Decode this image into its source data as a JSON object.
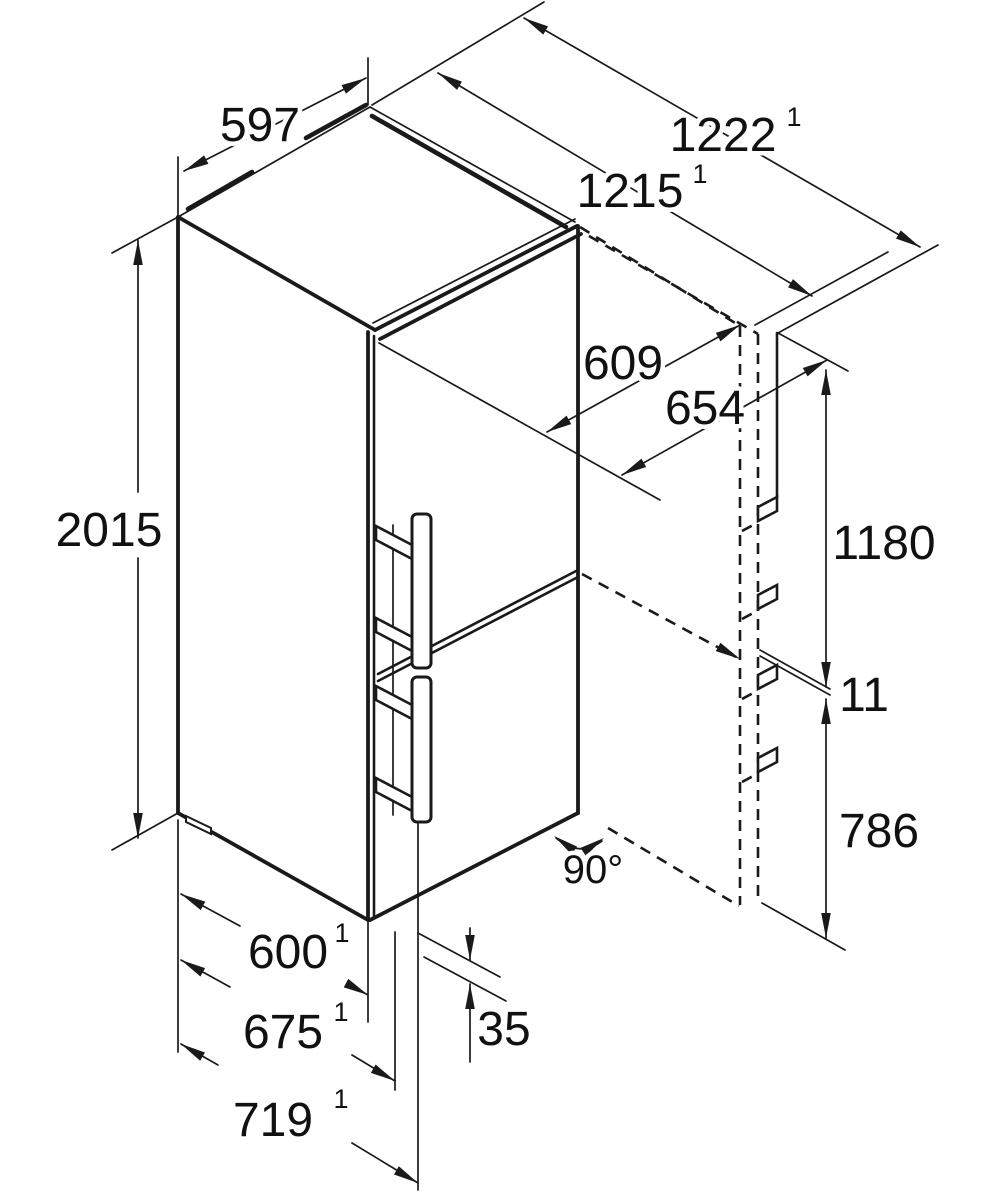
{
  "drawing": {
    "kind": "appliance-dimension-diagram",
    "colors": {
      "line": "#1a1a1a",
      "background": "#ffffff"
    },
    "dims": {
      "top_width": {
        "value": "597"
      },
      "swing_incl_handle": {
        "value": "1222",
        "sup": "1"
      },
      "swing_excl_handle": {
        "value": "1215",
        "sup": "1"
      },
      "open_door_depth_a": {
        "value": "609"
      },
      "open_door_depth_b": {
        "value": "654"
      },
      "height": {
        "value": "2015"
      },
      "upper_door_span": {
        "value": "1180"
      },
      "door_gap": {
        "value": "11"
      },
      "lower_door_span": {
        "value": "786"
      },
      "door_opening_angle": {
        "value": "90°"
      },
      "depth_body": {
        "value": "600",
        "sup": "1"
      },
      "depth_incl_door": {
        "value": "675",
        "sup": "1"
      },
      "depth_incl_handle": {
        "value": "719",
        "sup": "1"
      },
      "plinth_offset": {
        "value": "35"
      }
    }
  }
}
